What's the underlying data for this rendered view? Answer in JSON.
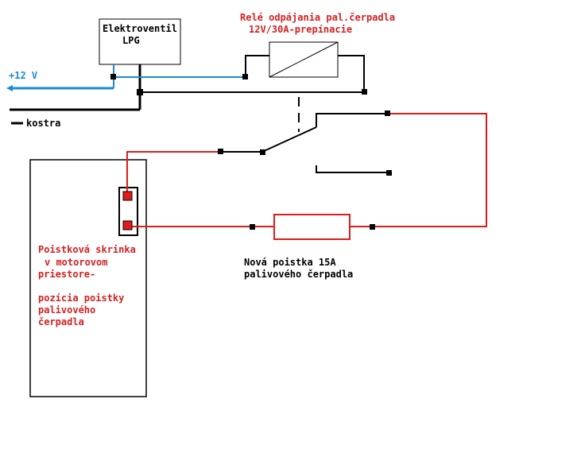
{
  "colors": {
    "wire_black": "#000000",
    "wire_red": "#e01b1b",
    "wire_blue": "#1a8ad6",
    "label_red": "#d42020",
    "label_blue": "#1a8ad6"
  },
  "labels": {
    "valve_line1": "Elektroventil",
    "valve_line2": "LPG",
    "relay_line1": "Relé odpájania pal.čerpadla",
    "relay_line2": "12V/30A-prepínacie",
    "plus12v": "+12 V",
    "kostra": "kostra",
    "fusebox_line1": "Poistková skrinka",
    "fusebox_line2": "v motorovom",
    "fusebox_line3": "priestore-",
    "fusebox_line4": "pozícia poistky",
    "fusebox_line5": "palivového",
    "fusebox_line6": "čerpadla",
    "newfuse_line1": "Nová poistka 15A",
    "newfuse_line2": "palivového čerpadla"
  }
}
